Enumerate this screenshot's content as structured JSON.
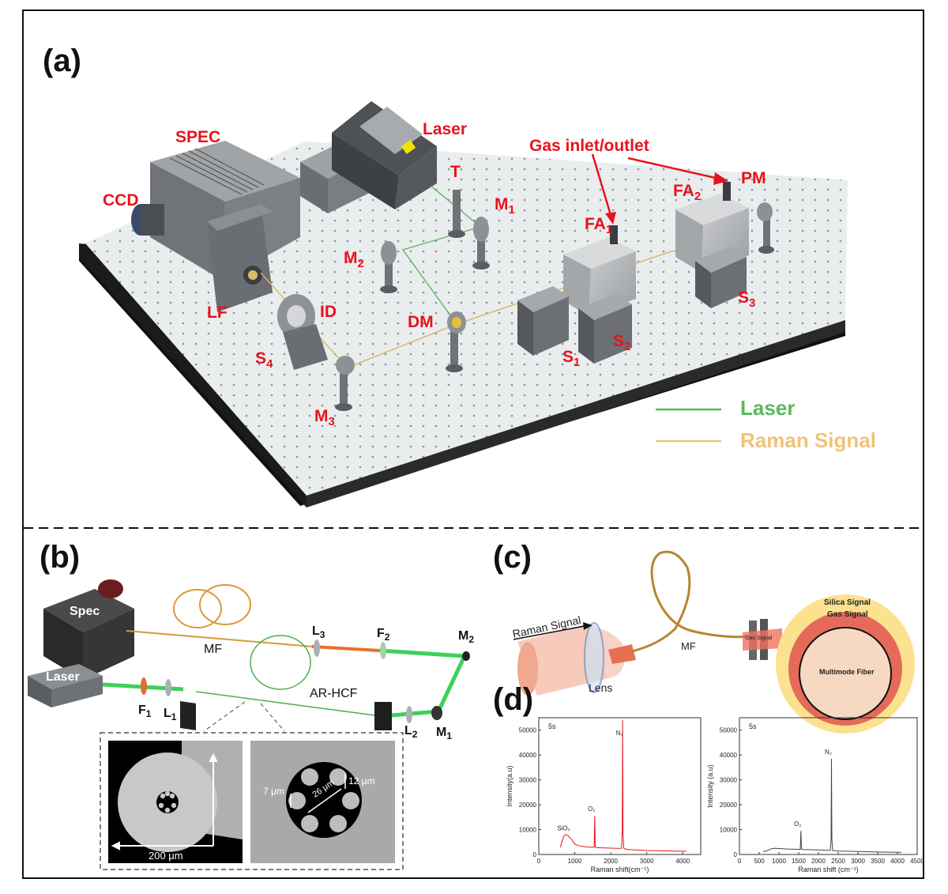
{
  "panels": {
    "a": "(a)",
    "b": "(b)",
    "c": "(c)",
    "d": "(d)"
  },
  "panel_a": {
    "labels": {
      "spec": "SPEC",
      "laser": "Laser",
      "gas": "Gas inlet/outlet",
      "ccd": "CCD",
      "t": "T",
      "m1": "M",
      "m1_sub": "1",
      "fa1": "FA",
      "fa1_sub": "1",
      "fa2": "FA",
      "fa2_sub": "2",
      "pm": "PM",
      "m2": "M",
      "m2_sub": "2",
      "lf": "LF",
      "id": "ID",
      "dm": "DM",
      "s1": "S",
      "s1_sub": "1",
      "s2": "S",
      "s2_sub": "2",
      "s3": "S",
      "s3_sub": "3",
      "s4": "S",
      "s4_sub": "4",
      "m3": "M",
      "m3_sub": "3"
    },
    "legend": [
      {
        "label": "Laser",
        "color": "#5cb85c"
      },
      {
        "label": "Raman Signal",
        "color": "#f0c27a"
      }
    ]
  },
  "panel_b": {
    "labels": {
      "spec": "Spec",
      "laser": "Laser",
      "mf": "MF",
      "l3": "L",
      "l3_sub": "3",
      "f2": "F",
      "f2_sub": "2",
      "m2": "M",
      "m2_sub": "2",
      "arhcf": "AR-HCF",
      "f1": "F",
      "f1_sub": "1",
      "l1": "L",
      "l1_sub": "1",
      "l2": "L",
      "l2_sub": "2",
      "m1": "M",
      "m1_sub": "1"
    },
    "inset": {
      "d200": "200 μm",
      "d7": "7 μm",
      "d26": "26 μm",
      "d12": "12 μm"
    }
  },
  "panel_c": {
    "raman": "Raman Signal",
    "lens": "Lens",
    "mf": "MF",
    "gas_small": "Gas Signal",
    "silica": "Silica Signal",
    "gas": "Gas Signal",
    "multimode": "Multimode Fiber"
  },
  "chart_data": [
    {
      "type": "line",
      "annotation": "5s",
      "xlabel": "Raman shift(cm⁻¹)",
      "ylabel": "Intensity(a.u)",
      "xlim": [
        0,
        4500
      ],
      "ylim": [
        0,
        55000
      ],
      "x_ticks": [
        0,
        1000,
        2000,
        3000,
        4000
      ],
      "y_ticks": [
        0,
        10000,
        20000,
        30000,
        40000,
        50000
      ],
      "color": "#e8131b",
      "peak_labels": [
        {
          "text": "SiO₂",
          "x": 780
        },
        {
          "text": "O₂",
          "x": 1555
        },
        {
          "text": "N₂",
          "x": 2330
        }
      ],
      "series": [
        {
          "x": [
            600,
            650,
            700,
            750,
            800,
            850,
            900,
            950,
            1000,
            1100,
            1200,
            1300,
            1400,
            1500,
            1540,
            1555,
            1570,
            1600,
            1700,
            1800,
            1900,
            2000,
            2100,
            2200,
            2300,
            2320,
            2330,
            2340,
            2360,
            2400,
            2500,
            2700,
            3000,
            3300,
            3600,
            3900,
            4100
          ],
          "y": [
            3000,
            5500,
            7500,
            8000,
            7800,
            7000,
            6300,
            5200,
            4200,
            3600,
            3300,
            3100,
            2950,
            2900,
            3000,
            15500,
            3000,
            2800,
            2700,
            2650,
            2600,
            2550,
            2500,
            2450,
            2500,
            10000,
            54000,
            9000,
            2500,
            2200,
            2000,
            1800,
            1600,
            1500,
            1400,
            1300,
            1300
          ]
        }
      ]
    },
    {
      "type": "line",
      "annotation": "5s",
      "xlabel": "Raman shift (cm⁻¹)",
      "ylabel": "Intensity (a.u)",
      "xlim": [
        0,
        4500
      ],
      "ylim": [
        0,
        55000
      ],
      "x_ticks": [
        0,
        500,
        1000,
        1500,
        2000,
        2500,
        3000,
        3500,
        4000,
        4500
      ],
      "y_ticks": [
        0,
        10000,
        20000,
        30000,
        40000,
        50000
      ],
      "color": "#444444",
      "peak_labels": [
        {
          "text": "O₂",
          "x": 1555
        },
        {
          "text": "N₂",
          "x": 2330
        }
      ],
      "series": [
        {
          "x": [
            600,
            700,
            800,
            900,
            1000,
            1100,
            1200,
            1300,
            1400,
            1500,
            1540,
            1555,
            1570,
            1600,
            1800,
            2000,
            2200,
            2300,
            2320,
            2330,
            2340,
            2360,
            2500,
            3000,
            3500,
            4000,
            4100
          ],
          "y": [
            1200,
            1500,
            2300,
            2500,
            2400,
            2300,
            2200,
            2150,
            2100,
            2050,
            2100,
            9500,
            2100,
            2000,
            1900,
            1800,
            1700,
            1700,
            6000,
            38500,
            6000,
            1600,
            1400,
            1200,
            1000,
            900,
            900
          ]
        }
      ]
    }
  ]
}
